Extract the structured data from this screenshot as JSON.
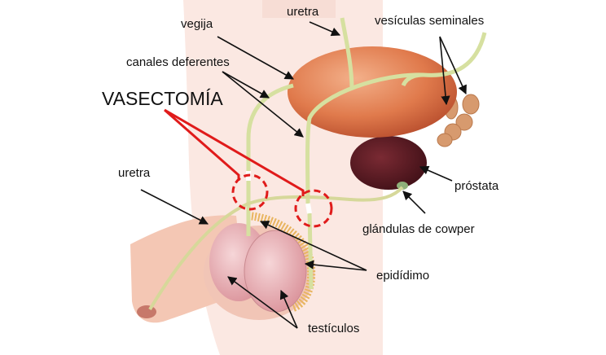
{
  "title": "VASECTOMÍA",
  "labels": {
    "uretra_top": "uretra",
    "vegija": "vegija",
    "vesiculas": "vesículas seminales",
    "canales": "canales deferentes",
    "uretra_left": "uretra",
    "prostata": "próstata",
    "cowper": "glándulas de cowper",
    "epididimo": "epidídimo",
    "testiculos": "testículos"
  },
  "colors": {
    "accent": "#e01b1b",
    "bladder": "#e0784e",
    "prostate": "#5a1a24",
    "vas": "#d6e0a0",
    "testis": "#e9b2b6"
  }
}
